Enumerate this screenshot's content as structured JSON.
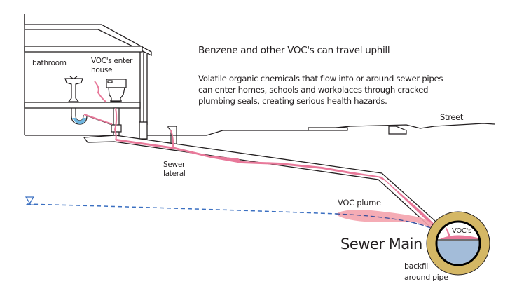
{
  "title": "Benzene and other VOC's can travel uphill",
  "description": [
    "Volatile organic chemicals that flow into or around sewer pipes",
    "can enter homes, schools and workplaces through cracked",
    "plumbing seals, creating serious health hazards."
  ],
  "labels": {
    "bathroom": "bathroom",
    "voc_enter_line1": "VOC's enter",
    "voc_enter_line2": "house",
    "street": "Street",
    "sewer_lateral_line1": "Sewer",
    "sewer_lateral_line2": "lateral",
    "voc_plume": "VOC plume",
    "sewer_main": "Sewer Main",
    "vocs_in_pipe": "VOC's",
    "backfill_line1": "backfill",
    "backfill_line2": "around pipe"
  },
  "icons": {
    "water_table": "water-table-triangle-icon"
  },
  "colors": {
    "outline": "#231f20",
    "voc_pink": "#e8799a",
    "plume_pink": "#f4a3ad",
    "water_blue": "#a3bcd9",
    "trap_water": "#6fb6e0",
    "backfill": "#d4b765",
    "water_table_line": "#3a6fc1"
  }
}
